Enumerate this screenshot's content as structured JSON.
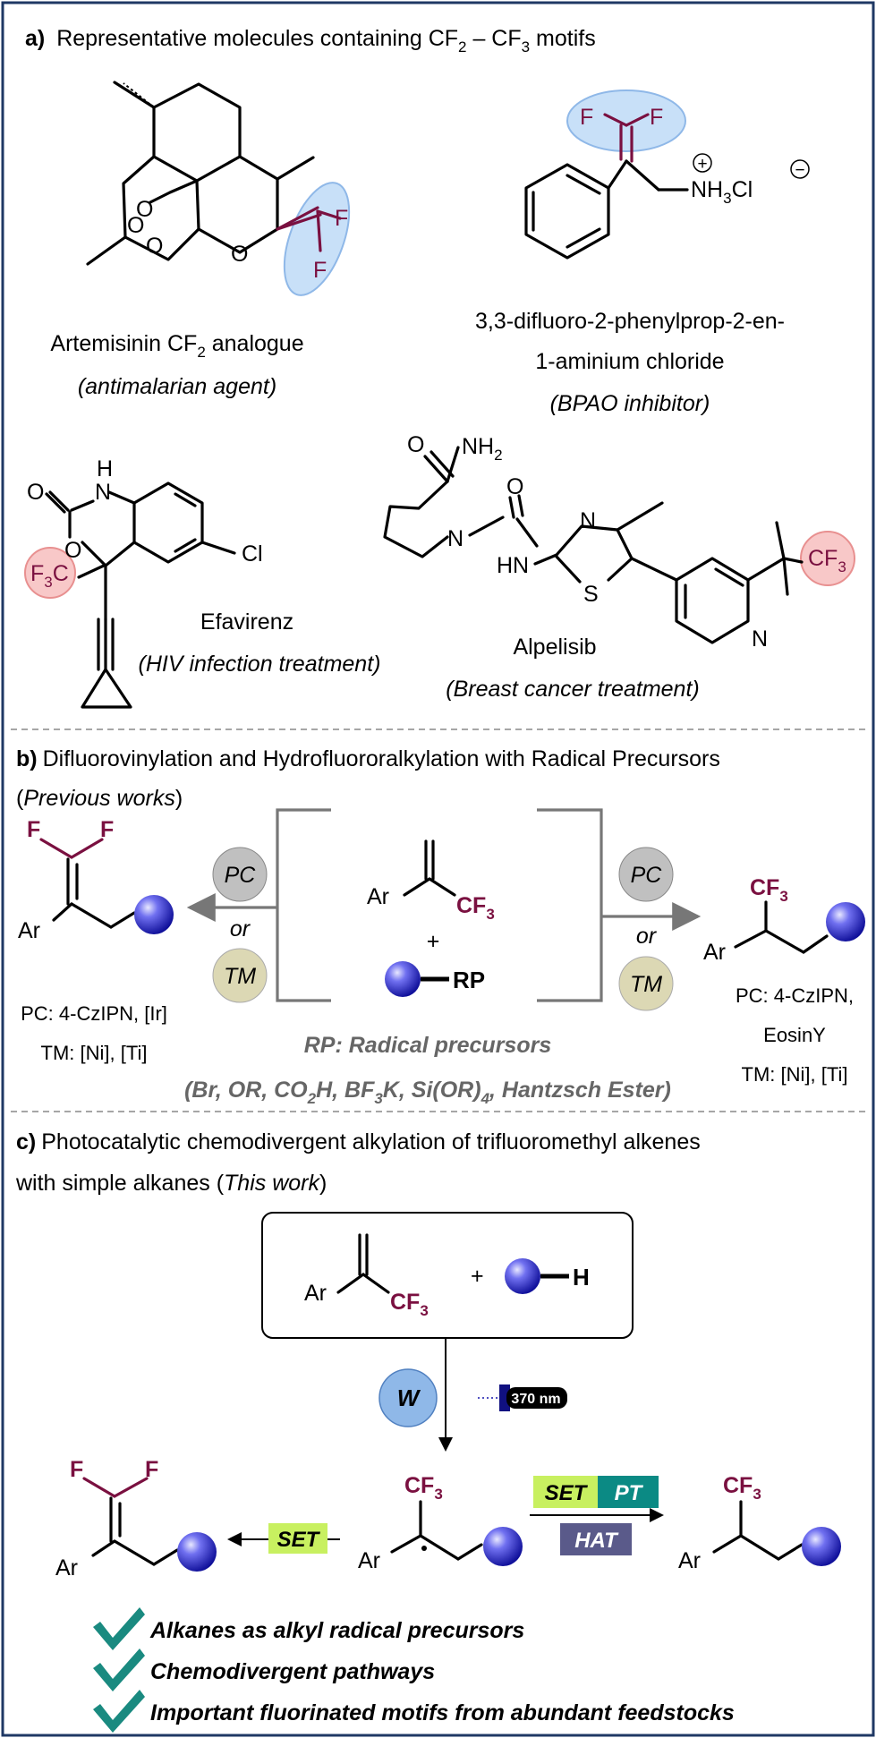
{
  "panel_a": {
    "label": "a)",
    "title_pre": "Representative molecules containing CF",
    "title_sub1": "2",
    "title_mid": " – CF",
    "title_sub2": "3",
    "title_post": " motifs",
    "artemisinin": {
      "name_pre": "Artemisinin CF",
      "name_sub": "2",
      "name_post": " analogue",
      "use": "(antimalarian agent)",
      "atoms": {
        "F": "F",
        "O": "O"
      }
    },
    "bpao": {
      "name_line1": "3,3-difluoro-2-phenylprop-2-en-",
      "name_line2": "1-aminium chloride",
      "use": "(BPAO inhibitor)",
      "nh3": "NH",
      "nh3_sub": "3",
      "cl": "Cl",
      "plus": "+",
      "minus": "−"
    },
    "efavirenz": {
      "name": "Efavirenz",
      "use": "(HIV infection treatment)",
      "f3c_pre": "F",
      "f3c_sub": "3",
      "f3c_post": "C",
      "cl": "Cl",
      "h": "H",
      "n": "N",
      "o": "O"
    },
    "alpelisib": {
      "name": "Alpelisib",
      "use": "(Breast cancer treatment)",
      "nh2": "NH",
      "nh2_sub": "2",
      "cf3": "CF",
      "cf3_sub": "3",
      "hn": "HN",
      "n": "N",
      "s": "S",
      "o": "O"
    }
  },
  "panel_b": {
    "label": "b)",
    "title": "Difluorovinylation and Hydrofluororalkylation with Radical Precursors",
    "subtitle": "(Previous works)",
    "ar": "Ar",
    "cf3": "CF",
    "cf3_sub": "3",
    "f": "F",
    "plus": "+",
    "rp": "RP",
    "pc": "PC",
    "tm": "TM",
    "or": "or",
    "left_cond1": "PC: 4-CzIPN, [Ir]",
    "left_cond2": "TM: [Ni], [Ti]",
    "right_cond1": "PC: 4-CzIPN,",
    "right_cond2": "EosinY",
    "right_cond3": "TM: [Ni], [Ti]",
    "rp_def": "RP: Radical precursors",
    "rp_list": "(Br, OR, CO2H, BF3K, Si(OR)4, Hantzsch Ester)"
  },
  "panel_c": {
    "label": "c)",
    "title_line1": "Photocatalytic chemodivergent alkylation of trifluoromethyl alkenes",
    "title_line2_pre": "with simple alkanes (",
    "title_line2_it": "This work",
    "title_line2_post": ")",
    "ar": "Ar",
    "cf3": "CF",
    "cf3_sub": "3",
    "f": "F",
    "h": "H",
    "plus": "+",
    "catalyst": "W",
    "light": "370 nm",
    "set": "SET",
    "pt": "PT",
    "hat": "HAT",
    "checks": [
      "Alkanes as alkyl radical precursors",
      "Chemodivergent pathways",
      "Important fluorinated motifs from abundant feedstocks"
    ]
  },
  "colors": {
    "frame": "#1f3864",
    "fluorine": "#7a1040",
    "cf2_highlight": "#c8e0f8",
    "cf3_highlight": "#f8c8c8",
    "pc_circle": "#c0c0c0",
    "tm_circle": "#dcd8b4",
    "w_circle": "#8fb8e8",
    "set_badge": "#c8f060",
    "pt_badge": "#0b8a84",
    "hat_badge": "#5a5a8a",
    "check": "#1a8a80",
    "sphere": "#2020c0"
  }
}
